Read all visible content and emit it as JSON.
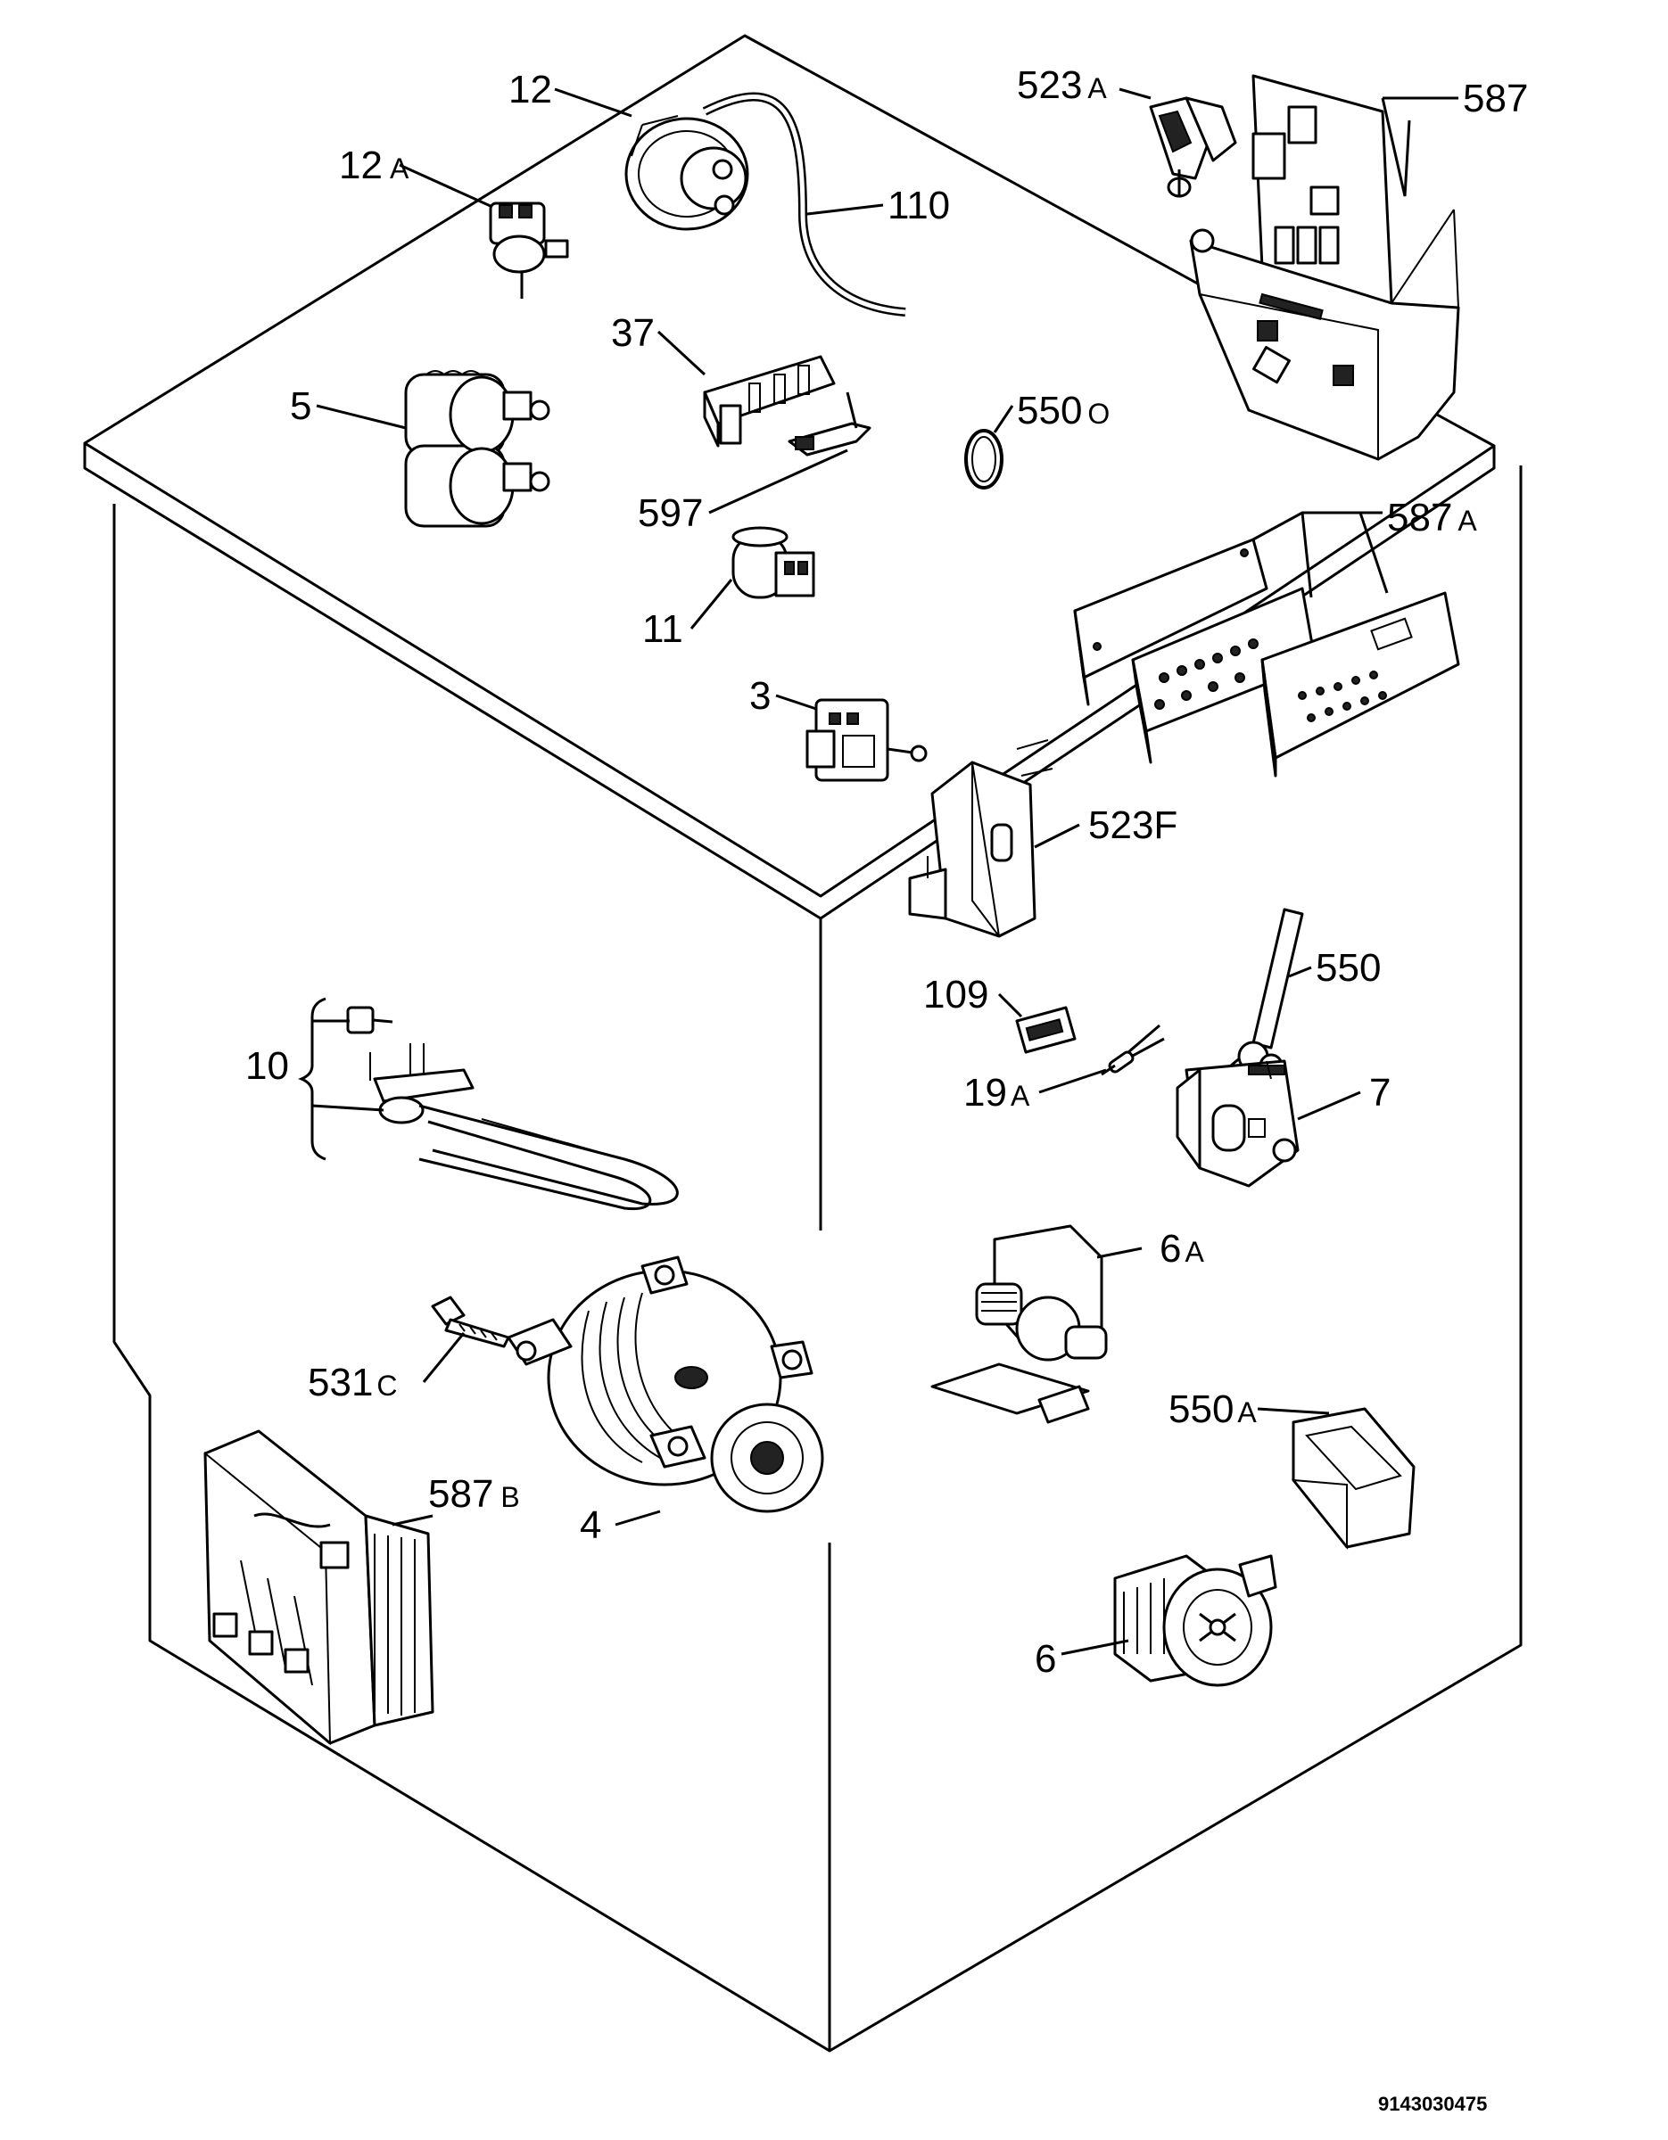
{
  "labels": {
    "p12": "12",
    "p12a_num": "12",
    "p12a_sfx": "A",
    "p110": "110",
    "p523a_num": "523",
    "p523a_sfx": "A",
    "p587": "587",
    "p37": "37",
    "p5": "5",
    "p550o_num": "550",
    "p550o_sfx": "O",
    "p597": "597",
    "p587a_num": "587",
    "p587a_sfx": "A",
    "p11": "11",
    "p3": "3",
    "p523f": "523F",
    "p550": "550",
    "p109": "109",
    "p19a_num": "19",
    "p19a_sfx": "A",
    "p10": "10",
    "p7": "7",
    "p6a_num": "6",
    "p6a_sfx": "A",
    "p531c_num": "531",
    "p531c_sfx": "C",
    "p550a_num": "550",
    "p550a_sfx": "A",
    "p587b_num": "587",
    "p587b_sfx": "B",
    "p4": "4",
    "p6": "6"
  },
  "footer": {
    "code": "9143030475"
  }
}
